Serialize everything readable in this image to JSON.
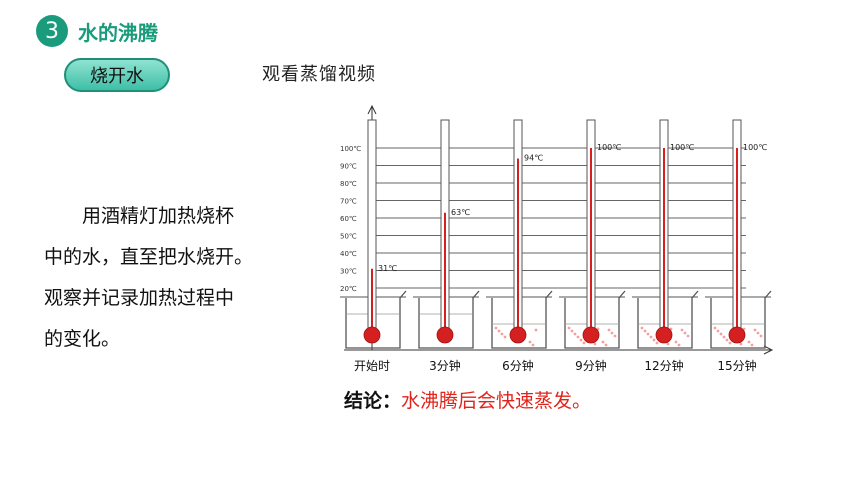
{
  "header": {
    "number": "3",
    "title": "水的沸腾"
  },
  "pill": {
    "label": "烧开水"
  },
  "video_label": "观看蒸馏视频",
  "paragraph": {
    "lines": [
      "用酒精灯加热烧杯",
      "中的水，直至把水烧开。",
      "观察并记录加热过程中",
      "的变化。"
    ]
  },
  "conclusion": {
    "label": "结论：",
    "text": "水沸腾后会快速蒸发。"
  },
  "diagram": {
    "scale_labels": [
      "100℃",
      "90℃",
      "80℃",
      "70℃",
      "60℃",
      "50℃",
      "40℃",
      "30℃",
      "20℃"
    ],
    "stages": [
      {
        "time": "开始时",
        "temp": 31,
        "temp_label": "31℃",
        "bubbles": 0
      },
      {
        "time": "3分钟",
        "temp": 63,
        "temp_label": "63℃",
        "bubbles": 0
      },
      {
        "time": "6分钟",
        "temp": 94,
        "temp_label": "94℃",
        "bubbles": 10
      },
      {
        "time": "9分钟",
        "temp": 100,
        "temp_label": "100℃",
        "bubbles": 16
      },
      {
        "time": "12分钟",
        "temp": 100,
        "temp_label": "100℃",
        "bubbles": 16
      },
      {
        "time": "15分钟",
        "temp": 100,
        "temp_label": "100℃",
        "bubbles": 16
      }
    ],
    "colors": {
      "mercury": "#d42020",
      "line": "#333333",
      "bubble": "#f4a0a0"
    }
  }
}
